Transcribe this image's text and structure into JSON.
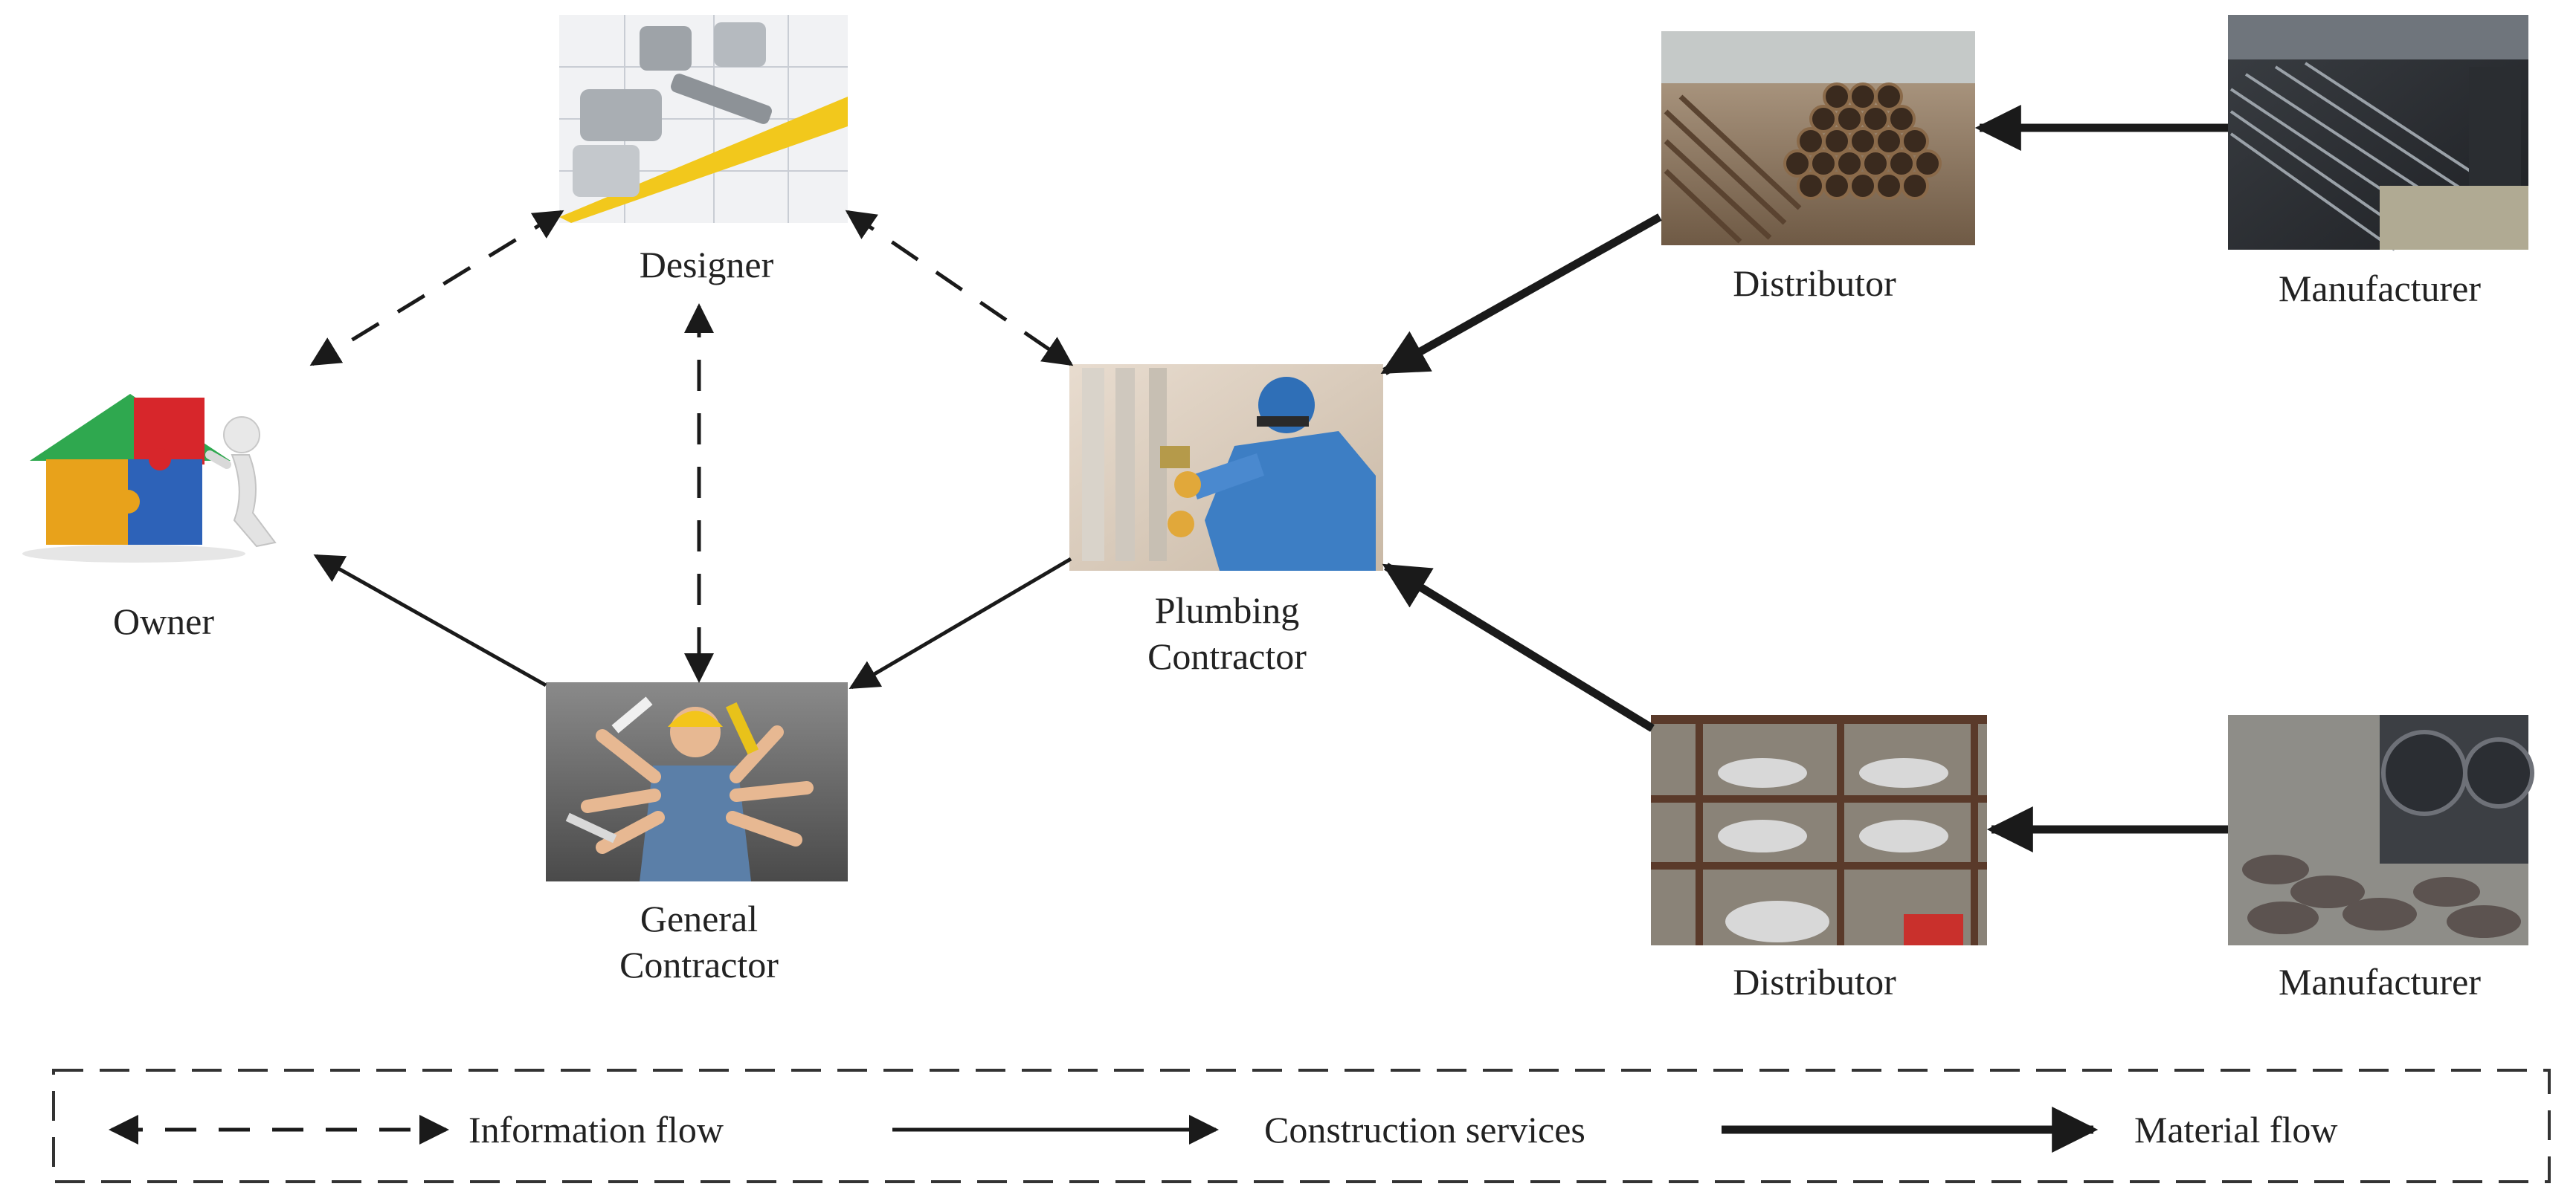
{
  "nodes": {
    "owner": {
      "label": "Owner",
      "picture": "house-puzzle-icon"
    },
    "designer": {
      "label": "Designer",
      "picture": "pipe-fittings-blueprint-photo"
    },
    "general_contractor": {
      "line1": "General",
      "line2": "Contractor",
      "picture": "multi-tool-worker-photo"
    },
    "plumbing_contractor": {
      "line1": "Plumbing",
      "line2": "Contractor",
      "picture": "plumber-at-work-photo"
    },
    "distributor_top": {
      "label": "Distributor",
      "picture": "steel-pipe-stack-photo"
    },
    "manufacturer_top": {
      "label": "Manufacturer",
      "picture": "pipe-factory-photo"
    },
    "distributor_bottom": {
      "label": "Distributor",
      "picture": "fittings-warehouse-photo"
    },
    "manufacturer_bottom": {
      "label": "Manufacturer",
      "picture": "elbow-fittings-factory-photo"
    }
  },
  "legend": {
    "information_flow": "Information flow",
    "construction_services": "Construction services",
    "material_flow": "Material flow"
  },
  "colors": {
    "arrow": "#1a1a1a",
    "legend_border": "#333333"
  }
}
